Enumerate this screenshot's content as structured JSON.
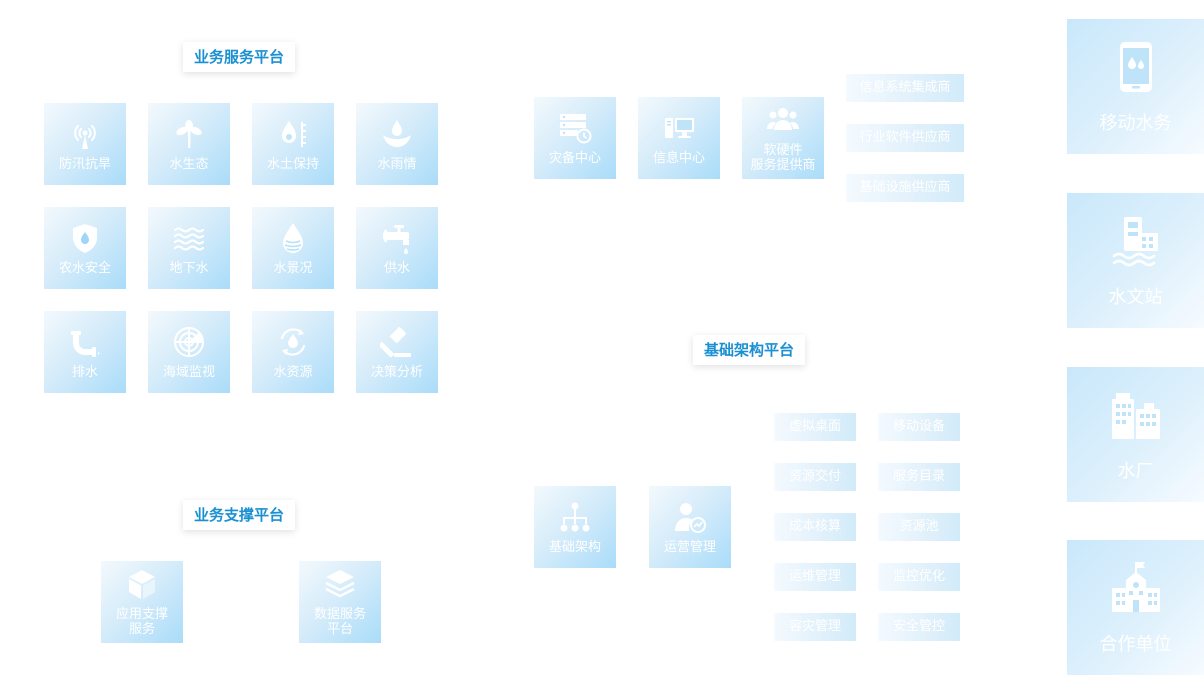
{
  "sections": {
    "business_service": "业务服务平台",
    "business_support": "业务支撑平台",
    "infrastructure": "基础架构平台"
  },
  "business_tiles": [
    {
      "label": "防汛抗旱",
      "icon": "antenna-icon"
    },
    {
      "label": "水生态",
      "icon": "sprout-icon"
    },
    {
      "label": "水土保持",
      "icon": "water-gauge-icon"
    },
    {
      "label": "水雨情",
      "icon": "water-drop-bowl-icon"
    },
    {
      "label": "农水安全",
      "icon": "shield-drop-icon"
    },
    {
      "label": "地下水",
      "icon": "waves-icon"
    },
    {
      "label": "水景况",
      "icon": "layered-drop-icon"
    },
    {
      "label": "供水",
      "icon": "faucet-icon"
    },
    {
      "label": "排水",
      "icon": "drain-pipe-icon"
    },
    {
      "label": "海域监视",
      "icon": "radar-icon"
    },
    {
      "label": "水资源",
      "icon": "recycle-drop-icon"
    },
    {
      "label": "决策分析",
      "icon": "gavel-icon"
    }
  ],
  "support_tiles": [
    {
      "label": "应用支撑服务",
      "line1": "应用支撑",
      "line2": "服务",
      "icon": "cube-icon"
    },
    {
      "label": "数据服务平台",
      "line1": "数据服务",
      "line2": "平台",
      "icon": "layers-icon"
    }
  ],
  "center_tiles": [
    {
      "label": "灾备中心",
      "icon": "server-clock-icon"
    },
    {
      "label": "信息中心",
      "icon": "computer-icon"
    },
    {
      "label": "软硬件服务提供商",
      "line1": "软硬件",
      "line2": "服务提供商",
      "icon": "people-icon"
    }
  ],
  "provider_chips": [
    "信息系统集成商",
    "行业软件供应商",
    "基础设施供应商"
  ],
  "infra_tiles": [
    {
      "label": "基础架构",
      "icon": "org-chart-icon"
    },
    {
      "label": "运营管理",
      "icon": "user-chart-icon"
    }
  ],
  "infra_chips": [
    [
      "虚拟桌面",
      "移动设备"
    ],
    [
      "资源交付",
      "服务目录"
    ],
    [
      "成本核算",
      "资源池"
    ],
    [
      "运维管理",
      "监控优化"
    ],
    [
      "容灾管理",
      "安全管控"
    ]
  ],
  "side_cards": [
    {
      "label": "移动水务",
      "icon": "mobile-drop-icon"
    },
    {
      "label": "水文站",
      "icon": "hydrology-station-icon"
    },
    {
      "label": "水厂",
      "icon": "buildings-icon"
    },
    {
      "label": "合作单位",
      "icon": "school-building-icon"
    }
  ],
  "colors": {
    "section_label": "#1a8fd1",
    "tile_gradient_end": "#a9dcf9",
    "tile_text": "#ffffff"
  }
}
